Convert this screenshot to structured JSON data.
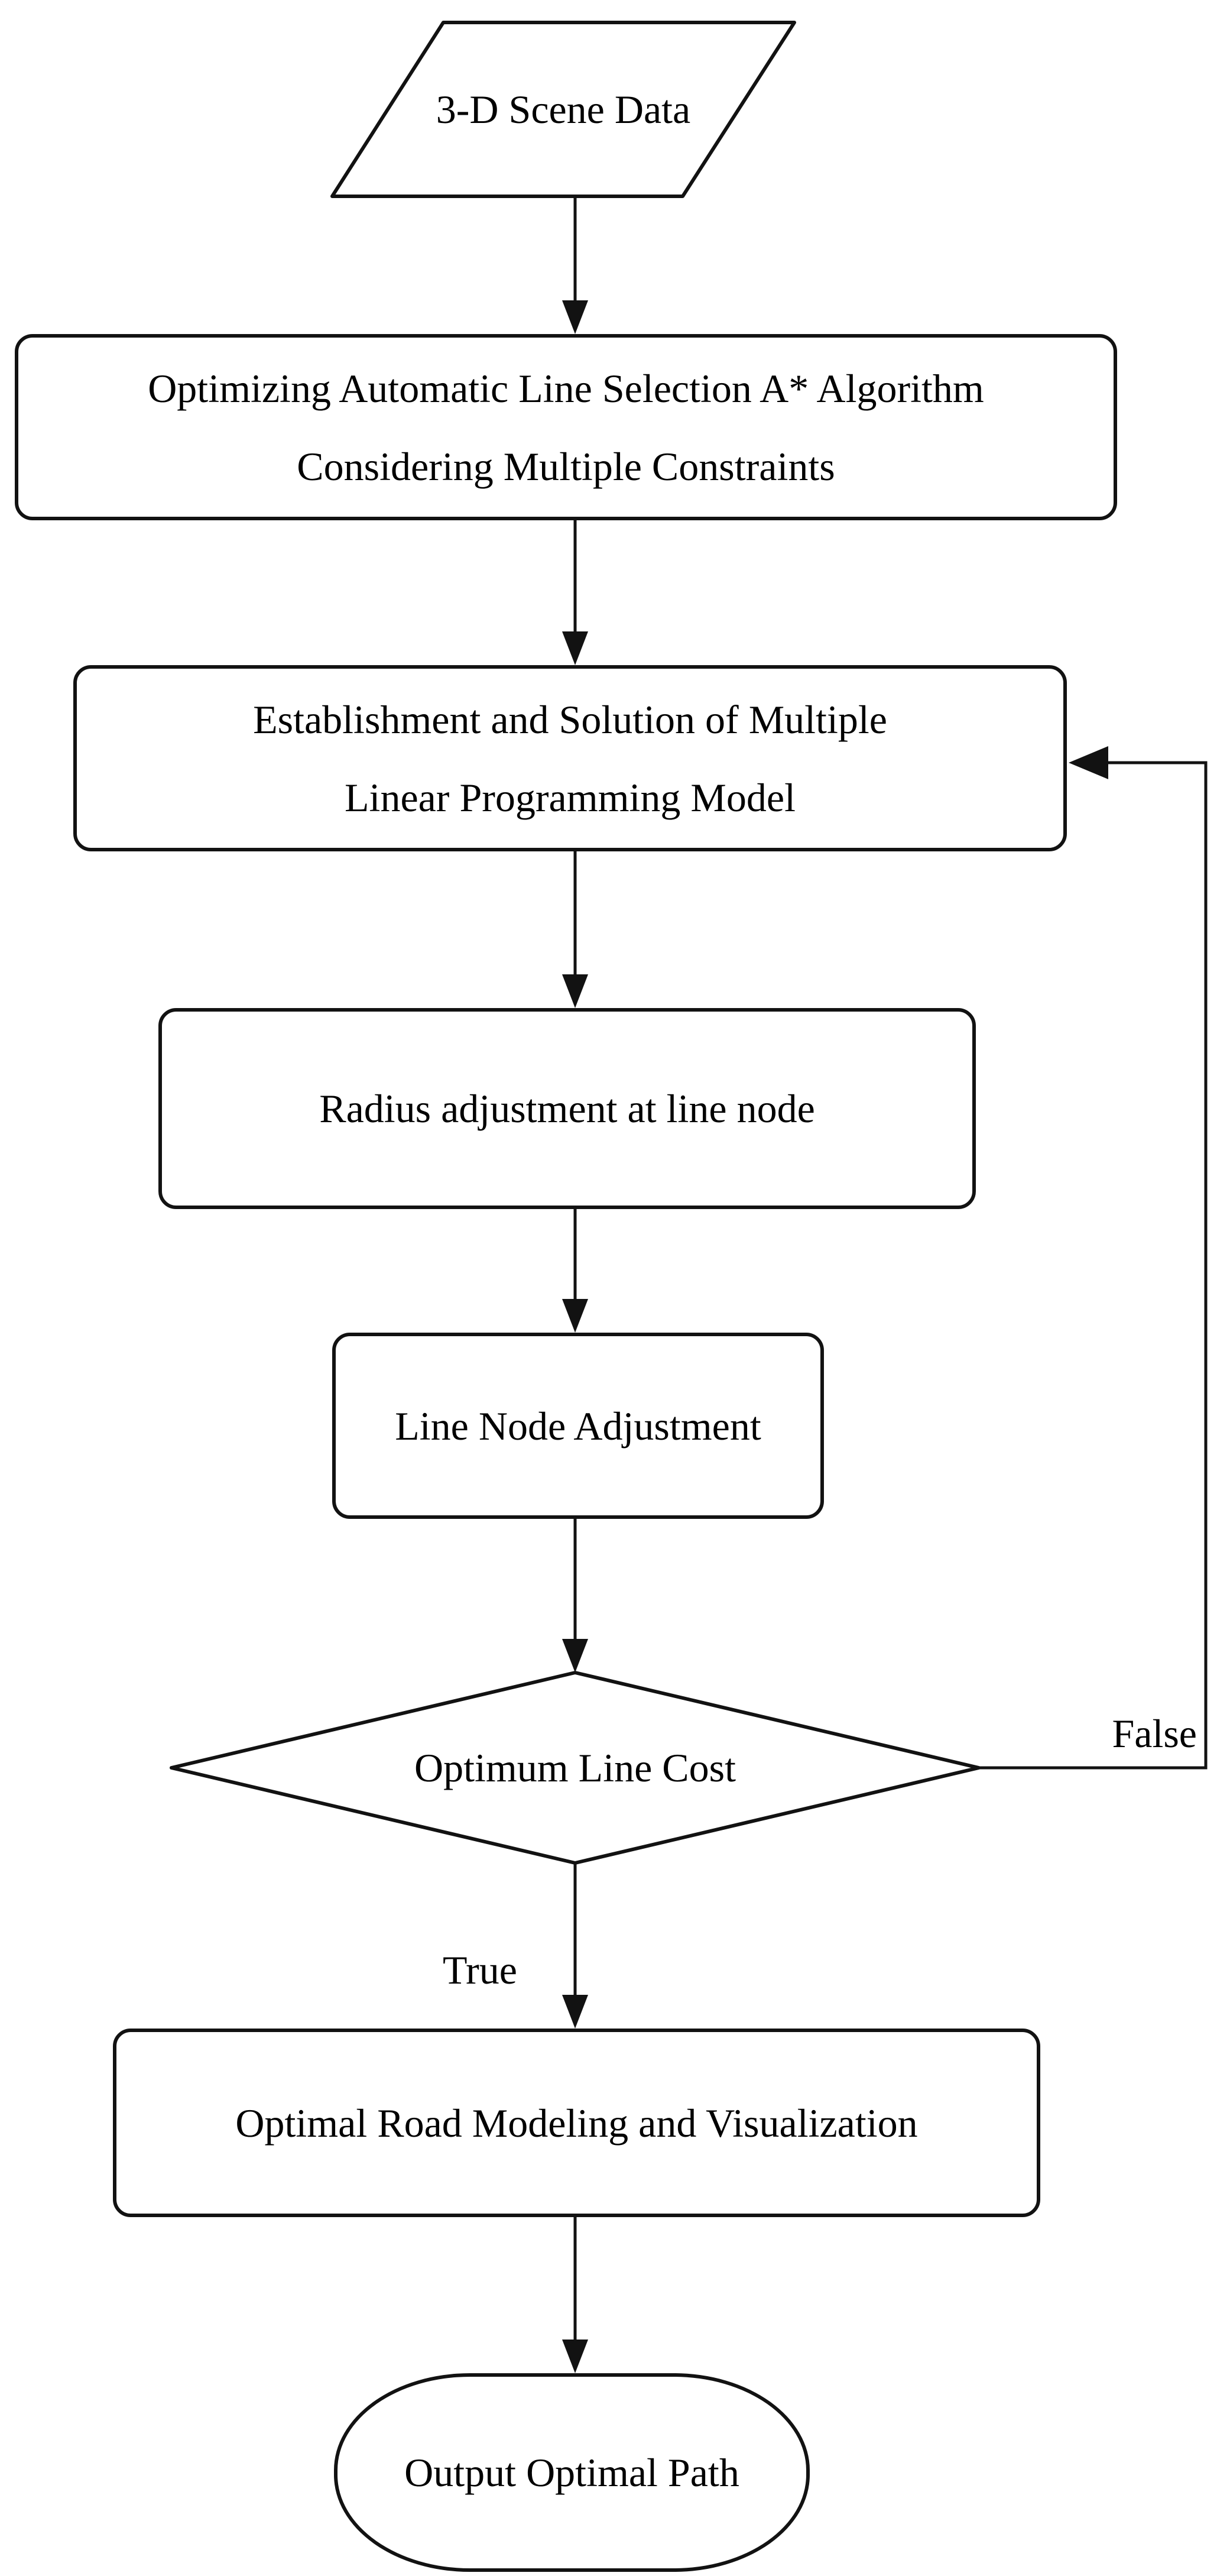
{
  "flowchart": {
    "nodes": {
      "scene_data": {
        "shape": "parallelogram",
        "label": "3-D Scene Data"
      },
      "astar": {
        "shape": "rounded-rectangle",
        "lines": [
          "Optimizing Automatic Line Selection A* Algorithm",
          "Considering Multiple Constraints"
        ]
      },
      "lp_model": {
        "shape": "rounded-rectangle",
        "lines": [
          "Establishment and Solution of Multiple",
          "Linear Programming Model"
        ]
      },
      "radius_adjustment": {
        "shape": "rounded-rectangle",
        "label": "Radius adjustment at line node"
      },
      "line_node_adjustment": {
        "shape": "rounded-rectangle",
        "label": "Line Node Adjustment"
      },
      "decision": {
        "shape": "diamond",
        "label": "Optimum Line Cost"
      },
      "road_modeling": {
        "shape": "rounded-rectangle",
        "label": "Optimal Road Modeling and Visualization"
      },
      "output_path": {
        "shape": "terminator",
        "label": "Output Optimal Path"
      }
    },
    "edge_labels": {
      "false_branch": "False",
      "true_branch": "True"
    },
    "colors": {
      "stroke": "#121212",
      "text": "#000000",
      "background": "#ffffff"
    }
  }
}
